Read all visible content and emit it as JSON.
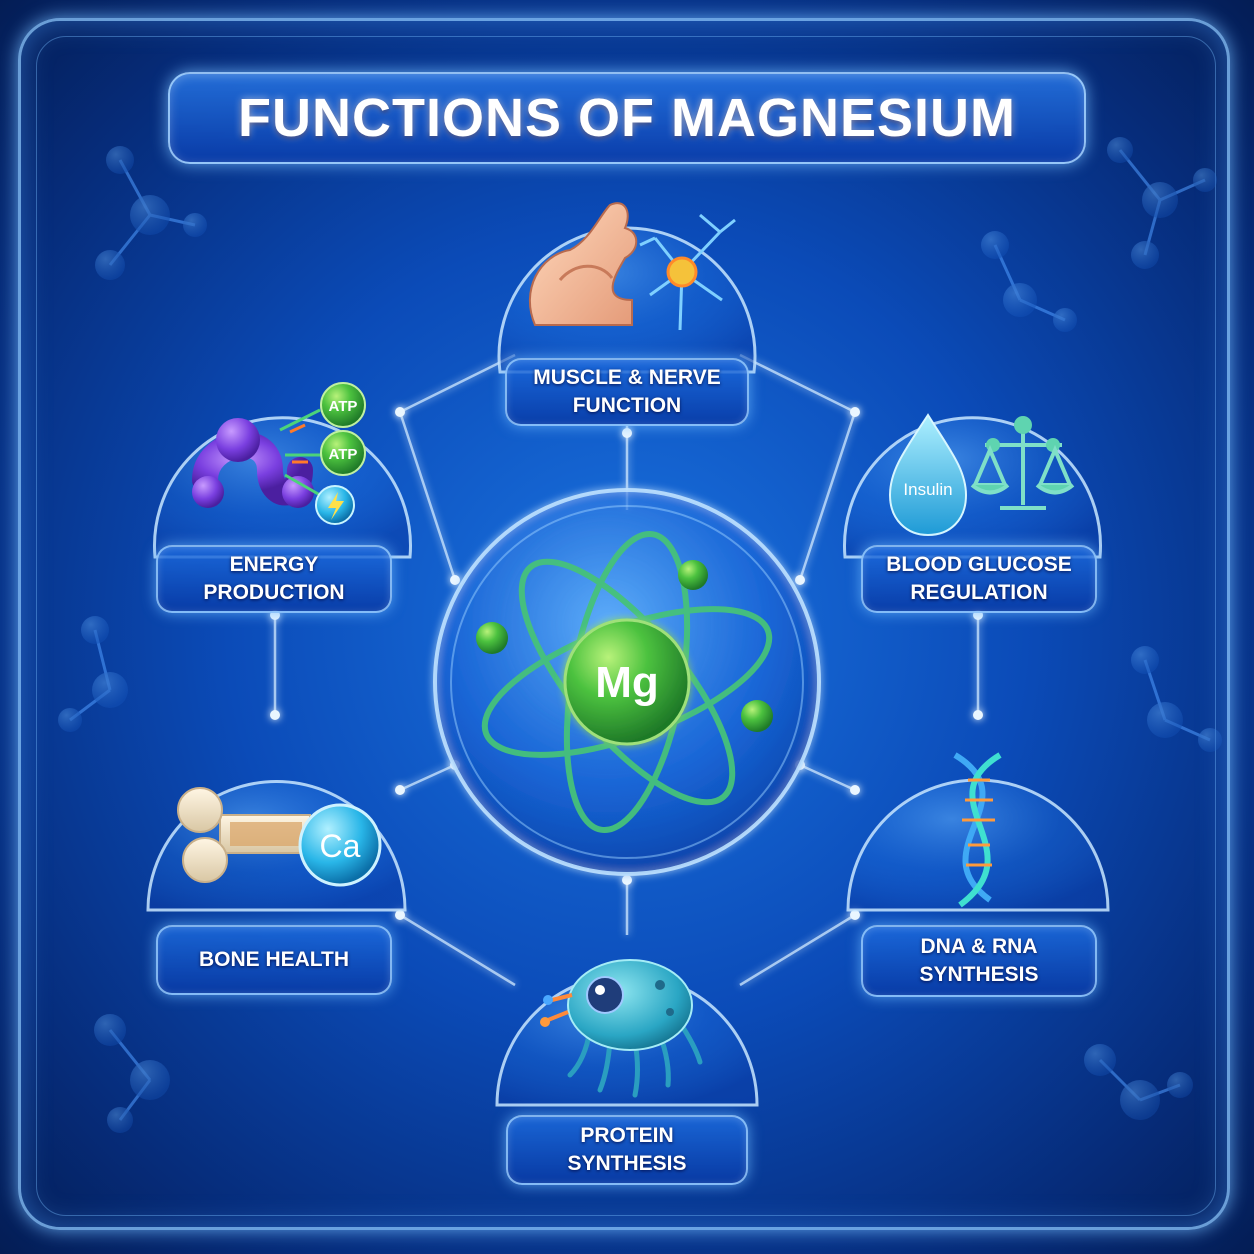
{
  "title": "FUNCTIONS OF MAGNESIUM",
  "center": {
    "symbol": "Mg"
  },
  "functions": {
    "muscle_nerve": {
      "label": "MUSCLE & NERVE\nFUNCTION"
    },
    "energy": {
      "label": "ENERGY\nPRODUCTION",
      "atp_1": "ATP",
      "atp_2": "ATP"
    },
    "glucose": {
      "label": "BLOOD GLUCOSE\nREGULATION",
      "insulin": "Insulin"
    },
    "bone": {
      "label": "BONE HEALTH",
      "calcium": "Ca"
    },
    "dna_rna": {
      "label": "DNA & RNA\nSYNTHESIS"
    },
    "protein": {
      "label": "PROTEIN\nSYNTHESIS"
    }
  },
  "colors": {
    "background": "#0b4bb8",
    "accent_glow": "#8cc8ff",
    "atom_green": "#3fb24a",
    "orbit_green": "#46c27a"
  }
}
